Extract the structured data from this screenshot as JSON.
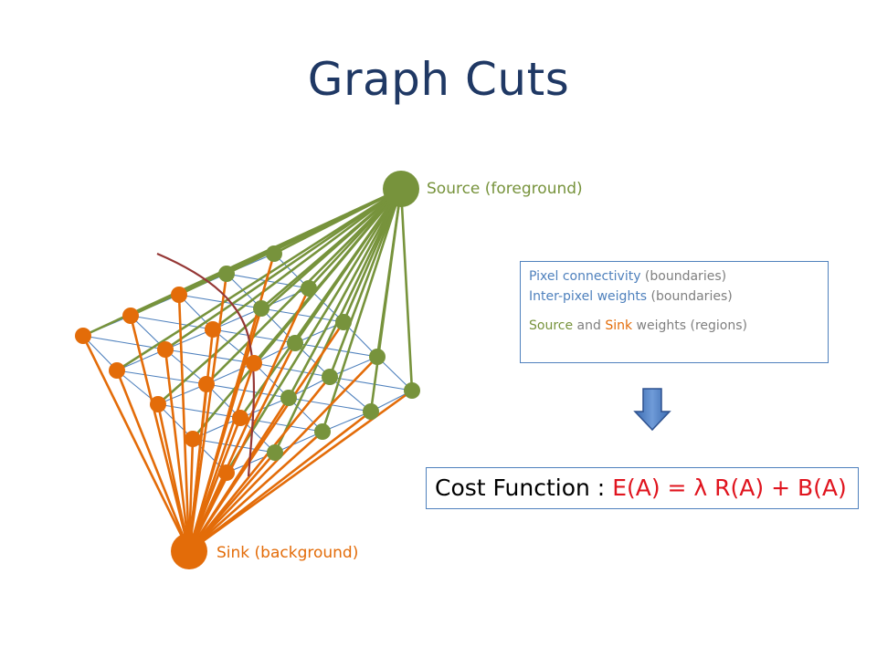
{
  "title": "Graph Cuts",
  "source_label": "Source (foreground)",
  "sink_label": "Sink (background)",
  "legend": {
    "line1_a": "Pixel connectivity",
    "line1_b": " (boundaries)",
    "line2_a": "Inter-pixel  weights",
    "line2_b": " (boundaries)",
    "line3_a": "Source",
    "line3_b": " and ",
    "line3_c": "Sink",
    "line3_d": " weights (regions)"
  },
  "cost": {
    "prefix": "Cost Function : ",
    "equation": "E(A) = λ R(A) + B(A)"
  },
  "colors": {
    "foreground": "#77933c",
    "background": "#e36c09",
    "mesh": "#4f81bd",
    "cut": "#953735",
    "title": "#1f3864",
    "equation": "#e0141e"
  }
}
